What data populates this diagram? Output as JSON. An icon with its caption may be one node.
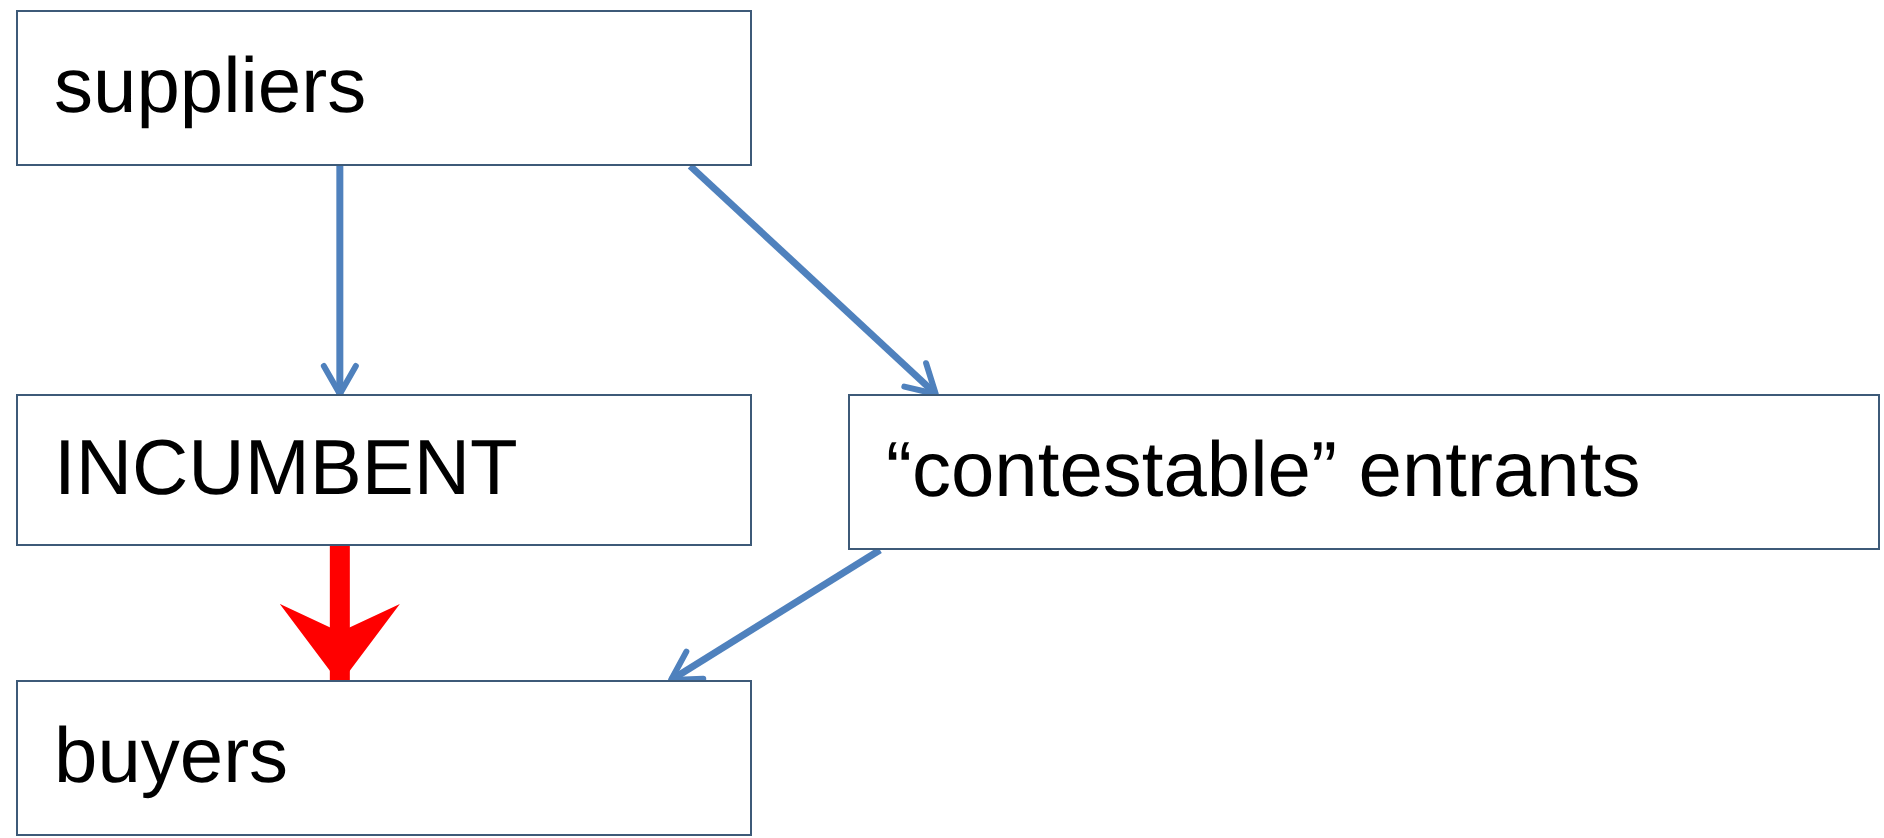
{
  "diagram": {
    "nodes": [
      {
        "text": [
          "suppliers"
        ]
      },
      {
        "text": [
          "INCUMBENT"
        ]
      },
      {
        "text": [
          "“contestable” entrants"
        ]
      },
      {
        "text": [
          "buyers"
        ]
      }
    ],
    "edges": [
      {
        "from": 0,
        "to": 1,
        "arrow": "to"
      },
      {
        "from": 0,
        "to": 2,
        "arrow": "to"
      },
      {
        "from": 1,
        "to": 3,
        "arrow": "to",
        "style": "thick",
        "color": "#ff0000"
      },
      {
        "from": 2,
        "to": 3,
        "arrow": "to"
      }
    ]
  }
}
